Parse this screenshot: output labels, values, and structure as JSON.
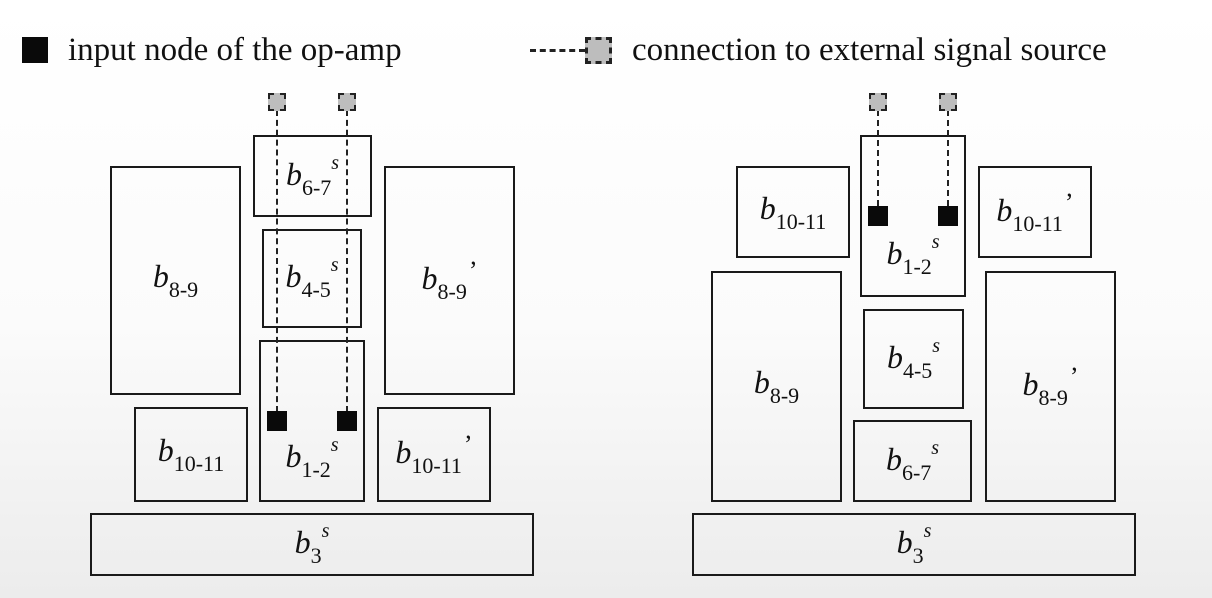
{
  "legend": {
    "input_node": "input node of the op-amp",
    "connection": "connection to external signal source"
  },
  "left_layout": {
    "b67": {
      "base": "b",
      "sub": "6-7",
      "sup": "s"
    },
    "b45": {
      "base": "b",
      "sub": "4-5",
      "sup": "s"
    },
    "b12": {
      "base": "b",
      "sub": "1-2",
      "sup": "s"
    },
    "b89": {
      "base": "b",
      "sub": "8-9"
    },
    "b89p": {
      "base": "b",
      "sub": "8-9",
      "prime": "’"
    },
    "b1011": {
      "base": "b",
      "sub": "10-11"
    },
    "b1011p": {
      "base": "b",
      "sub": "10-11",
      "prime": "’"
    },
    "b3": {
      "base": "b",
      "sub": "3",
      "sup": "s"
    }
  },
  "right_layout": {
    "b1011": {
      "base": "b",
      "sub": "10-11"
    },
    "b12": {
      "base": "b",
      "sub": "1-2",
      "sup": "s"
    },
    "b1011p": {
      "base": "b",
      "sub": "10-11",
      "prime": "’"
    },
    "b89": {
      "base": "b",
      "sub": "8-9"
    },
    "b45": {
      "base": "b",
      "sub": "4-5",
      "sup": "s"
    },
    "b89p": {
      "base": "b",
      "sub": "8-9",
      "prime": "’"
    },
    "b67": {
      "base": "b",
      "sub": "6-7",
      "sup": "s"
    },
    "b3": {
      "base": "b",
      "sub": "3",
      "sup": "s"
    }
  }
}
